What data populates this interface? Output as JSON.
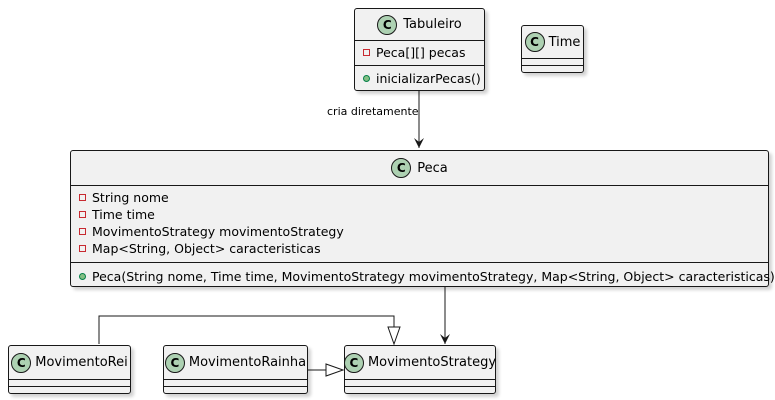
{
  "classes": {
    "tabuleiro": {
      "icon": "C",
      "name": "Tabuleiro",
      "attributes": [
        {
          "visibility": "private",
          "text": "Peca[][] pecas"
        }
      ],
      "methods": [
        {
          "visibility": "public",
          "text": "inicializarPecas()"
        }
      ]
    },
    "time": {
      "icon": "C",
      "name": "Time"
    },
    "peca": {
      "icon": "C",
      "name": "Peca",
      "attributes": [
        {
          "visibility": "private",
          "text": "String nome"
        },
        {
          "visibility": "private",
          "text": "Time time"
        },
        {
          "visibility": "private",
          "text": "MovimentoStrategy movimentoStrategy"
        },
        {
          "visibility": "private",
          "text": "Map<String, Object> caracteristicas"
        }
      ],
      "methods": [
        {
          "visibility": "public",
          "text": "Peca(String nome, Time time, MovimentoStrategy movimentoStrategy, Map<String, Object> caracteristicas)"
        }
      ]
    },
    "movimento_rei": {
      "icon": "C",
      "name": "MovimentoRei"
    },
    "movimento_rainha": {
      "icon": "C",
      "name": "MovimentoRainha"
    },
    "movimento_strategy": {
      "icon": "C",
      "name": "MovimentoStrategy"
    }
  },
  "relations": [
    {
      "from": "Tabuleiro",
      "to": "Peca",
      "kind": "association",
      "label": "cria diretamente"
    },
    {
      "from": "Peca",
      "to": "MovimentoStrategy",
      "kind": "association",
      "label": ""
    },
    {
      "from": "MovimentoRei",
      "to": "MovimentoStrategy",
      "kind": "generalization",
      "label": ""
    },
    {
      "from": "MovimentoRainha",
      "to": "MovimentoStrategy",
      "kind": "generalization",
      "label": ""
    }
  ],
  "colors": {
    "class_fill": "#f1f1f1",
    "border": "#181818",
    "class_icon": "#add1b2",
    "private_marker": "#c82930",
    "public_marker": "#84be84"
  }
}
